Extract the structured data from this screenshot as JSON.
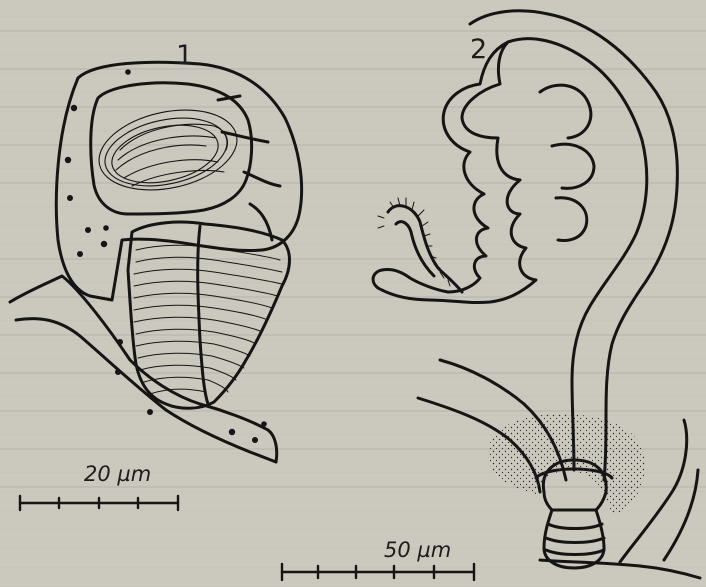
{
  "figure": {
    "panels": [
      {
        "label": "1",
        "scale_bar": "20 µm"
      },
      {
        "label": "2",
        "scale_bar": "50 µm"
      }
    ]
  }
}
